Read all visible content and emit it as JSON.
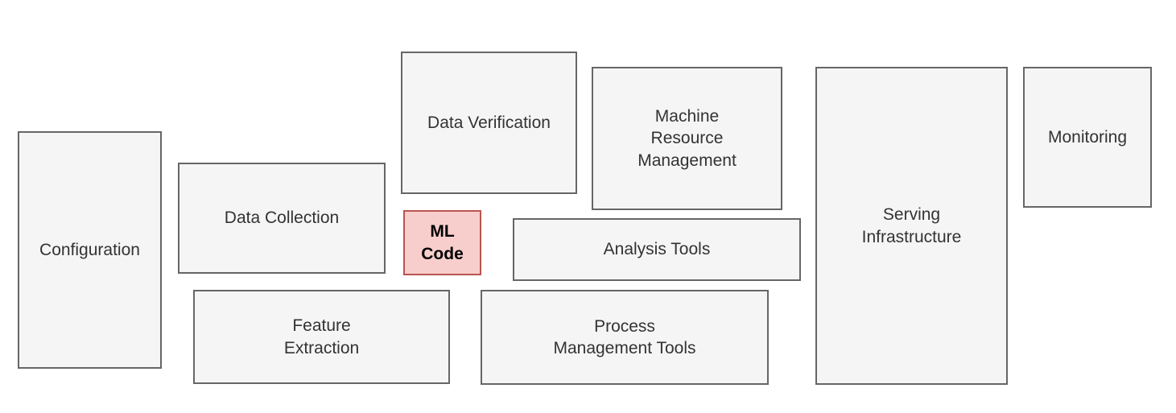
{
  "diagram": {
    "colors": {
      "background": "#ffffff",
      "box_fill": "#f5f5f5",
      "box_border": "#666666",
      "box_text": "#333333",
      "highlight_fill": "#f8cecc",
      "highlight_border": "#b85450",
      "highlight_text": "#000000"
    },
    "boxes": [
      {
        "id": "configuration",
        "label": "Configuration",
        "highlighted": false
      },
      {
        "id": "data-collection",
        "label": "Data Collection",
        "highlighted": false
      },
      {
        "id": "feature-extraction",
        "label": "Feature\nExtraction",
        "highlighted": false
      },
      {
        "id": "data-verification",
        "label": "Data Verification",
        "highlighted": false
      },
      {
        "id": "ml-code",
        "label": "ML\nCode",
        "highlighted": true
      },
      {
        "id": "machine-resource-management",
        "label": "Machine\nResource\nManagement",
        "highlighted": false
      },
      {
        "id": "analysis-tools",
        "label": "Analysis Tools",
        "highlighted": false
      },
      {
        "id": "process-management-tools",
        "label": "Process\nManagement Tools",
        "highlighted": false
      },
      {
        "id": "serving-infrastructure",
        "label": "Serving\nInfrastructure",
        "highlighted": false
      },
      {
        "id": "monitoring",
        "label": "Monitoring",
        "highlighted": false
      }
    ]
  }
}
